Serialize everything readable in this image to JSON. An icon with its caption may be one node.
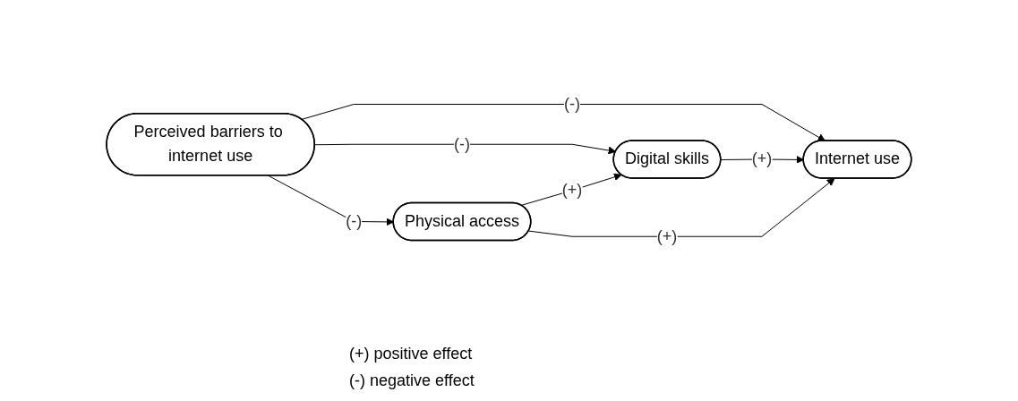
{
  "diagram": {
    "nodes": [
      {
        "text": [
          "Perceived barriers to internet use"
        ]
      },
      {
        "text": [
          "Digital skills"
        ]
      },
      {
        "text": [
          "Internet use"
        ]
      },
      {
        "text": [
          "Physical access"
        ]
      }
    ],
    "edges": [
      {
        "from": 0,
        "to": 2,
        "arrow": "to",
        "label": "(-)"
      },
      {
        "from": 0,
        "to": 1,
        "arrow": "to",
        "label": "(-)"
      },
      {
        "from": 0,
        "to": 3,
        "arrow": "to",
        "label": "(-)"
      },
      {
        "from": 3,
        "to": 1,
        "arrow": "to",
        "label": "(+)"
      },
      {
        "from": 1,
        "to": 2,
        "arrow": "to",
        "label": "(+)"
      },
      {
        "from": 3,
        "to": 2,
        "arrow": "to",
        "label": "(+)"
      }
    ],
    "labels": [
      "(+) positive effect",
      "(-) negative effect"
    ]
  }
}
